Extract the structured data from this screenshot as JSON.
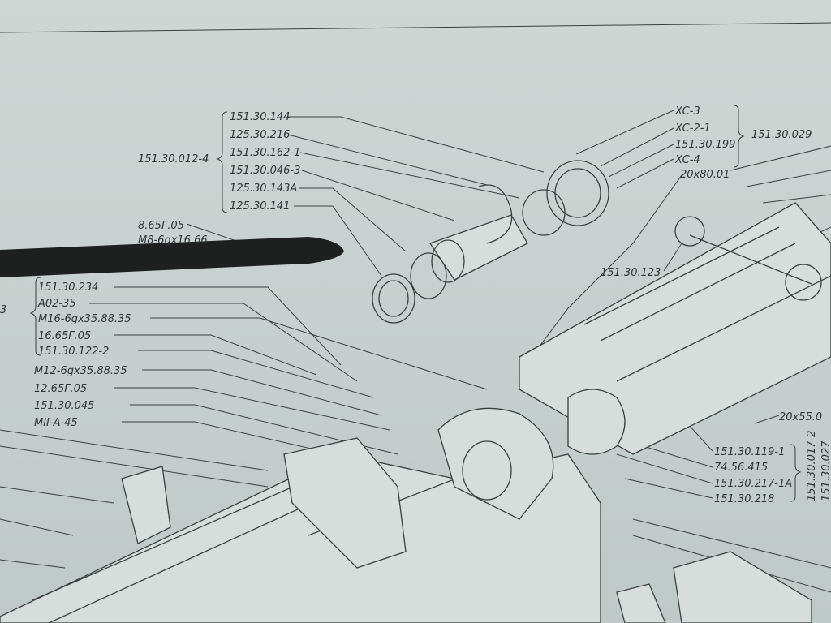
{
  "top_group": {
    "assembly": "151.30.012-4",
    "items": [
      "151.30.144",
      "125.30.216",
      "151.30.162-1",
      "151.30.046-3",
      "125.30.143A",
      "125.30.141"
    ]
  },
  "mid_labels": [
    "8.65Г.05",
    "M8-6gx16.66"
  ],
  "left_group": {
    "assembly_fragment": "3",
    "items": [
      "151.30.234",
      "A02-35",
      "M16-6gx35.88.35",
      "16.65Г.05",
      "151.30.122-2"
    ]
  },
  "left_loose": [
    "M12-6gx35.88.35",
    "12.65Г.05",
    "151.30.045",
    "MII-A-45"
  ],
  "right_group": {
    "assembly": "151.30.029",
    "items": [
      "XC-3",
      "XC-2-1",
      "151.30.199",
      "XC-4"
    ],
    "extra": "20x80.01"
  },
  "frame_label": "151.30.123",
  "bolt_label": "20x55.0",
  "bottom_right_group": {
    "items": [
      "151.30.119-1",
      "74.56.415",
      "151.30.217-1A",
      "151.30.218"
    ],
    "assembly": "151.30.017-2",
    "assembly2": "151.30.027"
  }
}
